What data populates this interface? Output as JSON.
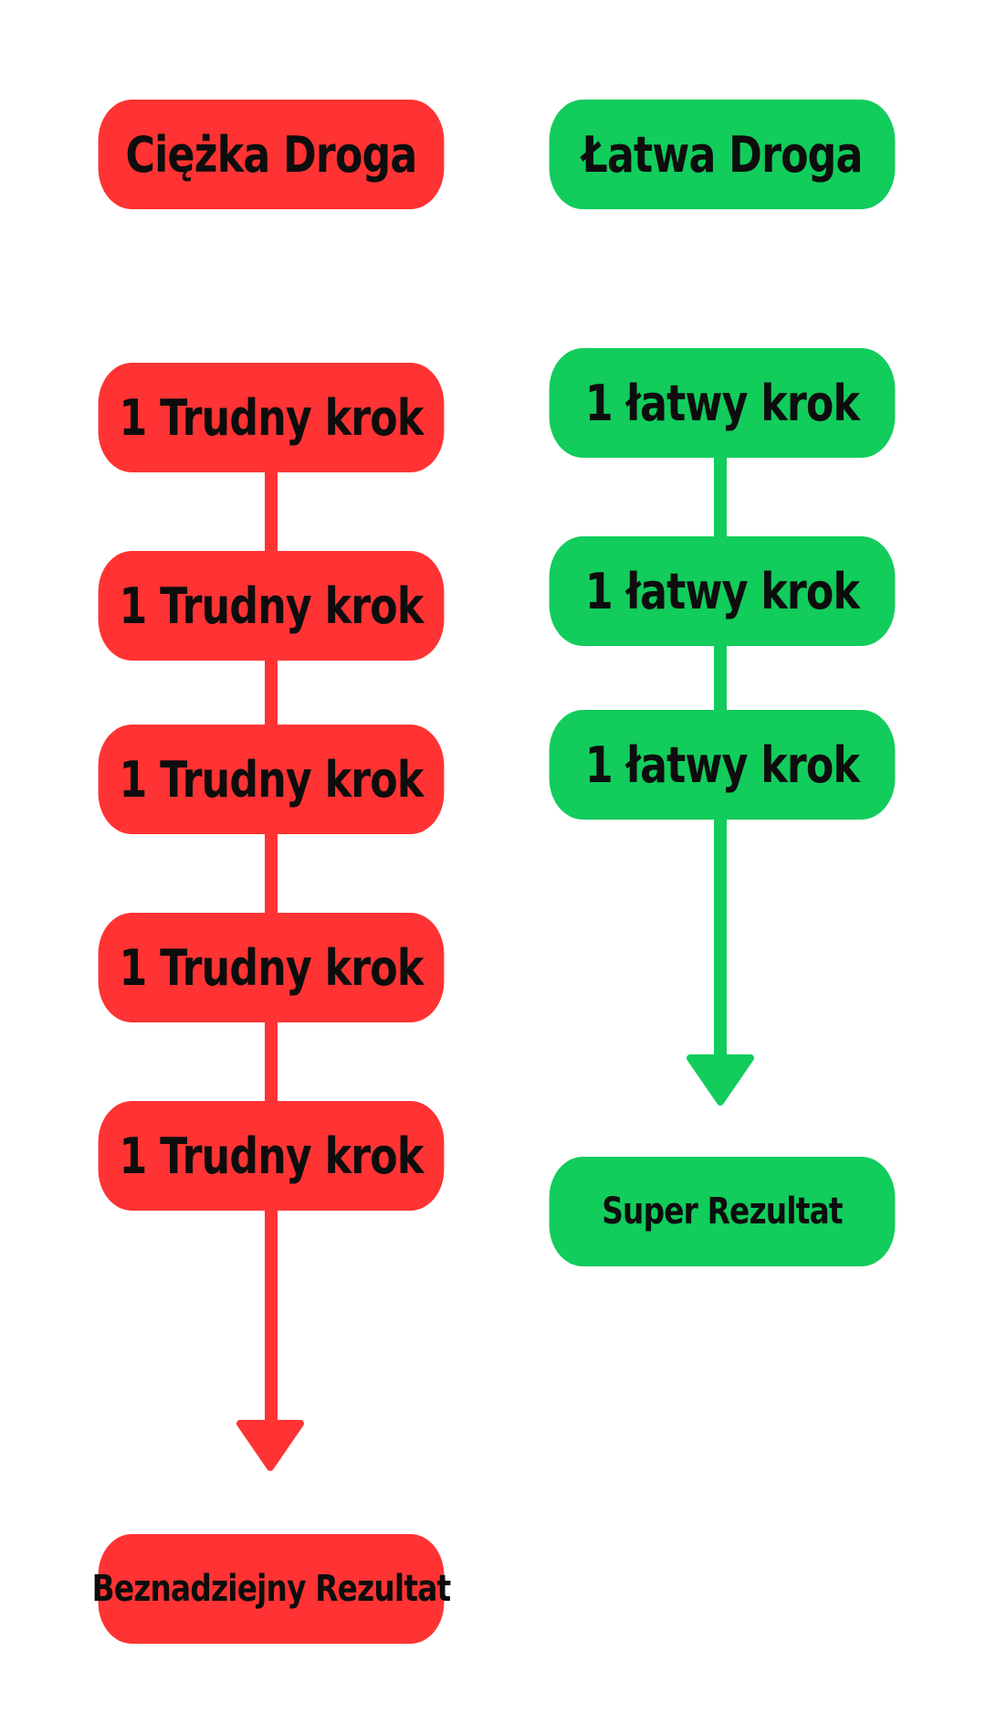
{
  "colors": {
    "hard": "#ff3333",
    "easy": "#12cc5c",
    "text": "#0d0d0d"
  },
  "hard_path": {
    "title": "Ciężka Droga",
    "steps": [
      "1 Trudny krok",
      "1 Trudny krok",
      "1 Trudny krok",
      "1 Trudny krok",
      "1 Trudny krok"
    ],
    "result": "Beznadziejny Rezultat"
  },
  "easy_path": {
    "title": "Łatwa Droga",
    "steps": [
      "1 łatwy krok",
      "1 łatwy krok",
      "1 łatwy krok"
    ],
    "result": "Super Rezultat"
  }
}
